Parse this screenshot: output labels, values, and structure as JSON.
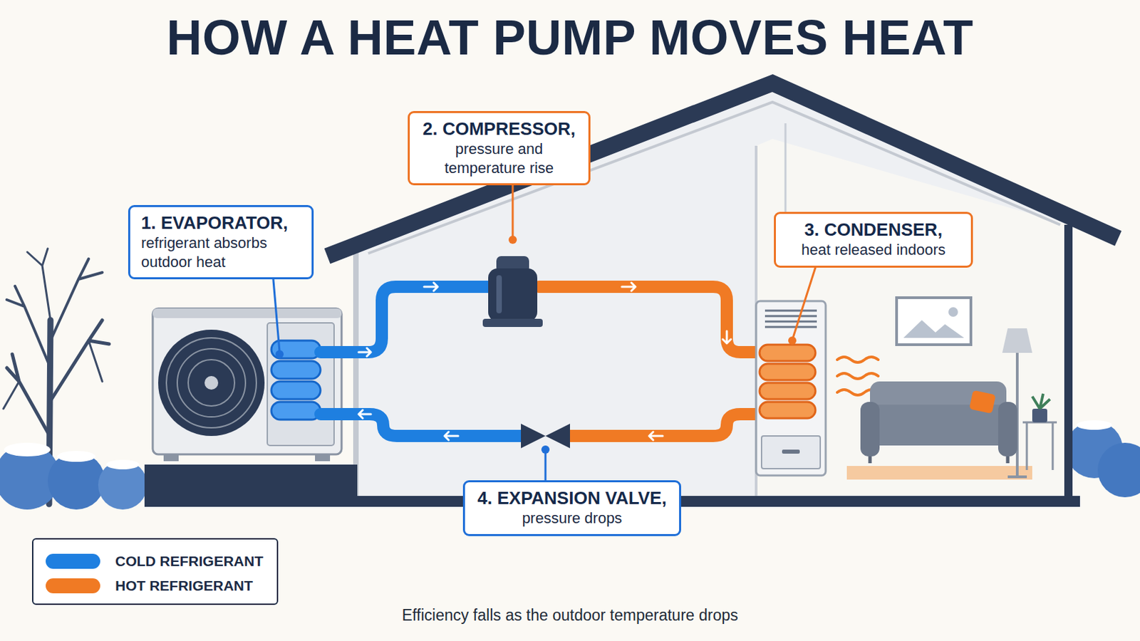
{
  "diagram": {
    "title": "HOW A HEAT PUMP MOVES HEAT",
    "caption": "Efficiency falls as the outdoor temperature drops",
    "nodes": [
      {
        "text": [
          "1. EVAPORATOR,",
          "refrigerant absorbs outdoor heat"
        ]
      },
      {
        "text": [
          "2. COMPRESSOR,",
          "pressure and temperature rise"
        ]
      },
      {
        "text": [
          "3. CONDENSER,",
          "heat released indoors"
        ]
      },
      {
        "text": [
          "4. EXPANSION VALVE,",
          "pressure drops"
        ]
      }
    ],
    "legend": [
      {
        "text": "COLD REFRIGERANT",
        "color": "#1e7fe0"
      },
      {
        "text": "HOT REFRIGERANT",
        "color": "#f07a24"
      }
    ]
  }
}
